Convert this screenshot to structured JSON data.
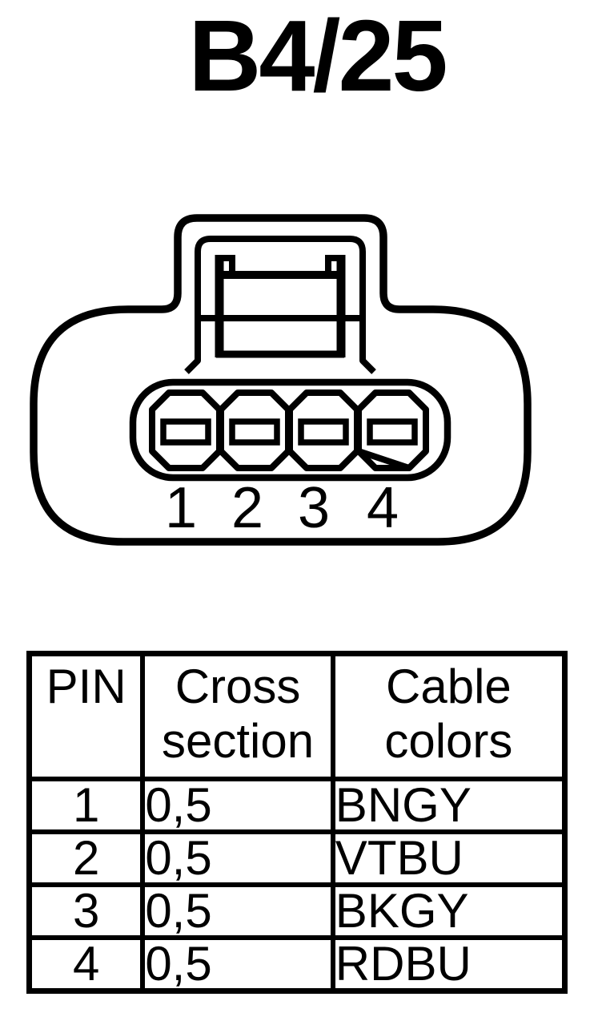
{
  "title": "B4/25",
  "colors": {
    "line": "#000000",
    "background": "#ffffff"
  },
  "connector": {
    "pin_labels": [
      "1",
      "2",
      "3",
      "4"
    ]
  },
  "table": {
    "headers": [
      "PIN",
      "Cross section",
      "Cable colors"
    ],
    "rows": [
      {
        "pin": "1",
        "cross_section": "0,5",
        "cable_color": "BNGY"
      },
      {
        "pin": "2",
        "cross_section": "0,5",
        "cable_color": "VTBU"
      },
      {
        "pin": "3",
        "cross_section": "0,5",
        "cable_color": "BKGY"
      },
      {
        "pin": "4",
        "cross_section": "0,5",
        "cable_color": "RDBU"
      }
    ]
  }
}
